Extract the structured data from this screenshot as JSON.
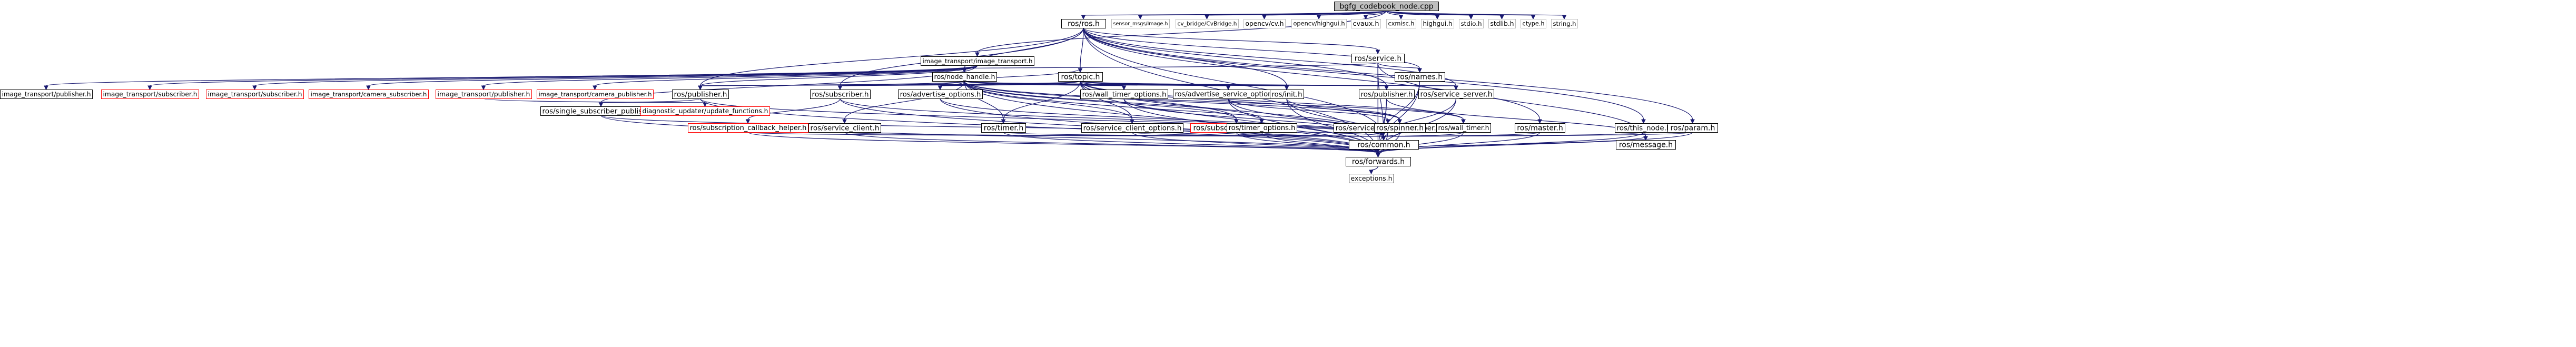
{
  "diagram": {
    "colors": {
      "root_fill": "#bfbfbf",
      "node_fill": "#ffffff",
      "normal_border": "#000000",
      "red_border": "#ff0000",
      "missing_border": "#bfbfbf",
      "edge": "#191970",
      "text": "#000000"
    },
    "nodes": [
      {
        "id": "root",
        "label": "bgfg_codebook_node.cpp",
        "style": "root"
      },
      {
        "id": "rosh",
        "label": "ros/ros.h",
        "style": "normal"
      },
      {
        "id": "sensor",
        "label": "sensor_msgs/Image.h",
        "style": "missing"
      },
      {
        "id": "cvb",
        "label": "cv_bridge/CvBridge.h",
        "style": "missing"
      },
      {
        "id": "cvh",
        "label": "opencv/cv.h",
        "style": "missing"
      },
      {
        "id": "highgui_cv",
        "label": "opencv/highgui.h",
        "style": "missing"
      },
      {
        "id": "cvauxh",
        "label": "cvaux.h",
        "style": "missing"
      },
      {
        "id": "cxmisch",
        "label": "cxmisc.h",
        "style": "missing"
      },
      {
        "id": "highguih",
        "label": "highgui.h",
        "style": "missing"
      },
      {
        "id": "stdioh",
        "label": "stdio.h",
        "style": "missing"
      },
      {
        "id": "stdlibh",
        "label": "stdlib.h",
        "style": "missing"
      },
      {
        "id": "ctypeh",
        "label": "ctype.h",
        "style": "missing"
      },
      {
        "id": "stringh",
        "label": "string.h",
        "style": "missing"
      },
      {
        "id": "imgtr",
        "label": "image_transport/image_transport.h",
        "style": "normal"
      },
      {
        "id": "service",
        "label": "ros/service.h",
        "style": "normal"
      },
      {
        "id": "nodeh",
        "label": "ros/node_handle.h",
        "style": "normal"
      },
      {
        "id": "names",
        "label": "ros/names.h",
        "style": "normal"
      },
      {
        "id": "topic",
        "label": "ros/topic.h",
        "style": "normal"
      },
      {
        "id": "itpub",
        "label": "image_transport/publisher.h",
        "style": "normal"
      },
      {
        "id": "itsub1",
        "label": "image_transport/subscriber.h",
        "style": "red"
      },
      {
        "id": "itsub2",
        "label": "image_transport/subscriber.h",
        "style": "red"
      },
      {
        "id": "itcamsub",
        "label": "image_transport/camera_subscriber.h",
        "style": "red"
      },
      {
        "id": "itpub2",
        "label": "image_transport/publisher.h",
        "style": "red"
      },
      {
        "id": "itcampub",
        "label": "image_transport/camera_publisher.h",
        "style": "red"
      },
      {
        "id": "rospubA",
        "label": "ros/publisher.h",
        "style": "normal"
      },
      {
        "id": "rossub",
        "label": "ros/subscriber.h",
        "style": "normal"
      },
      {
        "id": "advopt",
        "label": "ros/advertise_options.h",
        "style": "normal"
      },
      {
        "id": "walltimeropt",
        "label": "ros/wall_timer_options.h",
        "style": "normal"
      },
      {
        "id": "advsrvopt",
        "label": "ros/advertise_service_options.h",
        "style": "normal"
      },
      {
        "id": "initA",
        "label": "ros/init.h",
        "style": "normal"
      },
      {
        "id": "rospubB",
        "label": "ros/publisher.h",
        "style": "normal"
      },
      {
        "id": "srvserver",
        "label": "ros/service_server.h",
        "style": "normal"
      },
      {
        "id": "single",
        "label": "ros/single_subscriber_publisher.h",
        "style": "normal"
      },
      {
        "id": "diag",
        "label": "diagnostic_updater/update_functions.h",
        "style": "red"
      },
      {
        "id": "subcb",
        "label": "ros/subscription_callback_helper.h",
        "style": "red"
      },
      {
        "id": "srvclient",
        "label": "ros/service_client.h",
        "style": "normal"
      },
      {
        "id": "timer",
        "label": "ros/timer.h",
        "style": "normal"
      },
      {
        "id": "srvclientopt",
        "label": "ros/service_client_options.h",
        "style": "normal"
      },
      {
        "id": "subopt",
        "label": "ros/subscribe_options.h",
        "style": "red"
      },
      {
        "id": "timeropt",
        "label": "ros/timer_options.h",
        "style": "normal"
      },
      {
        "id": "srvcbhelper",
        "label": "ros/service_callback_helper.h",
        "style": "normal"
      },
      {
        "id": "spinner",
        "label": "ros/spinner.h",
        "style": "normal"
      },
      {
        "id": "walltimer",
        "label": "ros/wall_timer.h",
        "style": "normal"
      },
      {
        "id": "master",
        "label": "ros/master.h",
        "style": "normal"
      },
      {
        "id": "thisnode",
        "label": "ros/this_node.h",
        "style": "normal"
      },
      {
        "id": "param",
        "label": "ros/param.h",
        "style": "normal"
      },
      {
        "id": "common",
        "label": "ros/common.h",
        "style": "normal"
      },
      {
        "id": "message",
        "label": "ros/message.h",
        "style": "normal"
      },
      {
        "id": "forwards",
        "label": "ros/forwards.h",
        "style": "normal"
      },
      {
        "id": "exceptions",
        "label": "exceptions.h",
        "style": "normal"
      }
    ],
    "edges": [
      [
        "root",
        "rosh"
      ],
      [
        "root",
        "sensor"
      ],
      [
        "root",
        "cvb"
      ],
      [
        "root",
        "cvh"
      ],
      [
        "root",
        "highgui_cv"
      ],
      [
        "root",
        "cvauxh"
      ],
      [
        "root",
        "cxmisch"
      ],
      [
        "root",
        "highguih"
      ],
      [
        "root",
        "stdioh"
      ],
      [
        "root",
        "stdlibh"
      ],
      [
        "root",
        "ctypeh"
      ],
      [
        "root",
        "stringh"
      ],
      [
        "root",
        "imgtr"
      ],
      [
        "rosh",
        "service"
      ],
      [
        "rosh",
        "nodeh"
      ],
      [
        "rosh",
        "names"
      ],
      [
        "rosh",
        "topic"
      ],
      [
        "rosh",
        "initA"
      ],
      [
        "rosh",
        "rospubB"
      ],
      [
        "rosh",
        "srvserver"
      ],
      [
        "rosh",
        "rospubA"
      ],
      [
        "rosh",
        "rossub"
      ],
      [
        "rosh",
        "master"
      ],
      [
        "rosh",
        "thisnode"
      ],
      [
        "rosh",
        "param"
      ],
      [
        "rosh",
        "common"
      ],
      [
        "rosh",
        "forwards"
      ],
      [
        "imgtr",
        "itpub"
      ],
      [
        "imgtr",
        "itsub1"
      ],
      [
        "imgtr",
        "itsub2"
      ],
      [
        "imgtr",
        "itcamsub"
      ],
      [
        "imgtr",
        "itpub2"
      ],
      [
        "imgtr",
        "itcampub"
      ],
      [
        "imgtr",
        "nodeh"
      ],
      [
        "imgtr",
        "rospubA"
      ],
      [
        "imgtr",
        "single"
      ],
      [
        "service",
        "nodeh"
      ],
      [
        "service",
        "names"
      ],
      [
        "service",
        "common"
      ],
      [
        "service",
        "message"
      ],
      [
        "service",
        "forwards"
      ],
      [
        "nodeh",
        "topic"
      ],
      [
        "nodeh",
        "rospubA"
      ],
      [
        "nodeh",
        "rossub"
      ],
      [
        "nodeh",
        "advopt"
      ],
      [
        "nodeh",
        "walltimeropt"
      ],
      [
        "nodeh",
        "advsrvopt"
      ],
      [
        "nodeh",
        "initA"
      ],
      [
        "nodeh",
        "rospubB"
      ],
      [
        "nodeh",
        "srvserver"
      ],
      [
        "nodeh",
        "srvclient"
      ],
      [
        "nodeh",
        "timer"
      ],
      [
        "nodeh",
        "srvclientopt"
      ],
      [
        "nodeh",
        "subopt"
      ],
      [
        "nodeh",
        "timeropt"
      ],
      [
        "nodeh",
        "spinner"
      ],
      [
        "nodeh",
        "walltimer"
      ],
      [
        "nodeh",
        "common"
      ],
      [
        "nodeh",
        "forwards"
      ],
      [
        "names",
        "common"
      ],
      [
        "names",
        "forwards"
      ],
      [
        "topic",
        "rospubA"
      ],
      [
        "topic",
        "rossub"
      ],
      [
        "topic",
        "advopt"
      ],
      [
        "topic",
        "walltimeropt"
      ],
      [
        "topic",
        "advsrvopt"
      ],
      [
        "topic",
        "initA"
      ],
      [
        "topic",
        "rospubB"
      ],
      [
        "topic",
        "srvserver"
      ],
      [
        "topic",
        "timer"
      ],
      [
        "topic",
        "srvclientopt"
      ],
      [
        "topic",
        "subopt"
      ],
      [
        "topic",
        "spinner"
      ],
      [
        "topic",
        "walltimer"
      ],
      [
        "topic",
        "common"
      ],
      [
        "topic",
        "forwards"
      ],
      [
        "rospubA",
        "single"
      ],
      [
        "rospubA",
        "common"
      ],
      [
        "rospubA",
        "forwards"
      ],
      [
        "rossub",
        "subcb"
      ],
      [
        "rossub",
        "common"
      ],
      [
        "rossub",
        "forwards"
      ],
      [
        "advopt",
        "common"
      ],
      [
        "advopt",
        "forwards"
      ],
      [
        "walltimeropt",
        "common"
      ],
      [
        "walltimeropt",
        "forwards"
      ],
      [
        "advsrvopt",
        "srvcbhelper"
      ],
      [
        "advsrvopt",
        "common"
      ],
      [
        "advsrvopt",
        "forwards"
      ],
      [
        "initA",
        "spinner"
      ],
      [
        "initA",
        "common"
      ],
      [
        "initA",
        "forwards"
      ],
      [
        "rospubB",
        "common"
      ],
      [
        "rospubB",
        "message"
      ],
      [
        "rospubB",
        "forwards"
      ],
      [
        "srvserver",
        "common"
      ],
      [
        "srvserver",
        "forwards"
      ],
      [
        "single",
        "common"
      ],
      [
        "single",
        "forwards"
      ],
      [
        "itpub2",
        "diag"
      ],
      [
        "subcb",
        "common"
      ],
      [
        "subcb",
        "forwards"
      ],
      [
        "srvclient",
        "common"
      ],
      [
        "srvclient",
        "forwards"
      ],
      [
        "timer",
        "common"
      ],
      [
        "timer",
        "forwards"
      ],
      [
        "srvclientopt",
        "common"
      ],
      [
        "srvclientopt",
        "forwards"
      ],
      [
        "subopt",
        "common"
      ],
      [
        "subopt",
        "forwards"
      ],
      [
        "timeropt",
        "common"
      ],
      [
        "timeropt",
        "forwards"
      ],
      [
        "srvcbhelper",
        "common"
      ],
      [
        "srvcbhelper",
        "forwards"
      ],
      [
        "spinner",
        "common"
      ],
      [
        "spinner",
        "forwards"
      ],
      [
        "walltimer",
        "common"
      ],
      [
        "walltimer",
        "forwards"
      ],
      [
        "master",
        "common"
      ],
      [
        "master",
        "forwards"
      ],
      [
        "thisnode",
        "common"
      ],
      [
        "thisnode",
        "forwards"
      ],
      [
        "param",
        "common"
      ],
      [
        "param",
        "forwards"
      ],
      [
        "common",
        "message"
      ],
      [
        "common",
        "forwards"
      ],
      [
        "forwards",
        "exceptions"
      ]
    ]
  }
}
